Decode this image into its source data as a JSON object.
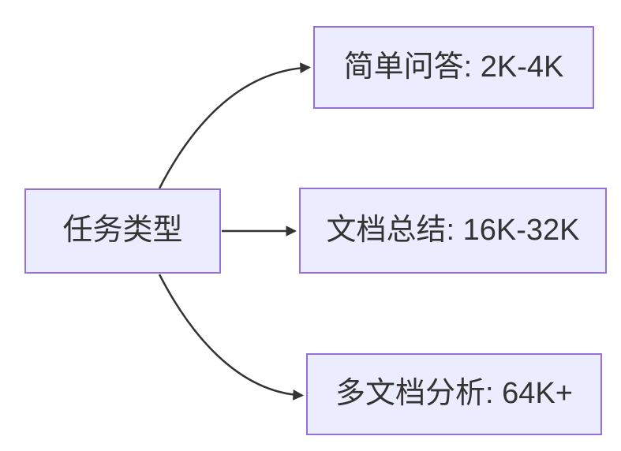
{
  "diagram": {
    "type": "flowchart",
    "direction": "left-to-right",
    "root": {
      "id": "task-type",
      "label": "任务类型"
    },
    "children": [
      {
        "id": "simple-qa",
        "label": "简单问答: 2K-4K"
      },
      {
        "id": "doc-summary",
        "label": "文档总结: 16K-32K"
      },
      {
        "id": "multi-doc",
        "label": "多文档分析: 64K+"
      }
    ],
    "edges": [
      {
        "from": "task-type",
        "to": "simple-qa"
      },
      {
        "from": "task-type",
        "to": "doc-summary"
      },
      {
        "from": "task-type",
        "to": "multi-doc"
      }
    ],
    "colors": {
      "background": "#FFFFFF",
      "node_fill": "#ECECFF",
      "node_border": "#9370DB",
      "text": "#333333",
      "arrow": "#333333"
    }
  }
}
